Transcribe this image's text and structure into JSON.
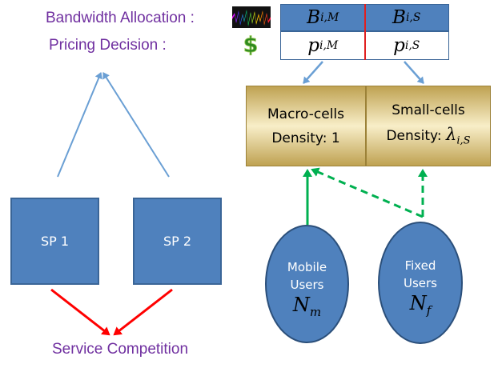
{
  "labels": {
    "bandwidth_allocation": "Bandwidth Allocation :",
    "pricing_decision": "Pricing Decision :",
    "service_competition": "Service Competition"
  },
  "allocation": {
    "bandwidth": {
      "macro": {
        "base": "B",
        "sub": "i,M"
      },
      "small": {
        "base": "B",
        "sub": "i,S"
      }
    },
    "price": {
      "macro": {
        "base": "p",
        "sub": "i,M"
      },
      "small": {
        "base": "p",
        "sub": "i,S"
      }
    }
  },
  "service_providers": [
    {
      "label": "SP 1"
    },
    {
      "label": "SP 2"
    }
  ],
  "cells": {
    "macro": {
      "name": "Macro-cells",
      "density_label": "Density:",
      "density_value": "1"
    },
    "small": {
      "name": "Small-cells",
      "density_label": "Density:",
      "density_symbol": "λ",
      "density_sub": "i,S"
    }
  },
  "users": {
    "mobile": {
      "line1": "Mobile",
      "line2": "Users",
      "symbol": "N",
      "sub": "m"
    },
    "fixed": {
      "line1": "Fixed",
      "line2": "Users",
      "symbol": "N",
      "sub": "f"
    }
  },
  "icons": {
    "bandwidth": "spectrum-icon",
    "pricing": "dollar-icon"
  },
  "colors": {
    "text_purple": "#7030a0",
    "box_blue": "#4f81bd",
    "arrow_blue": "#6a9fd4",
    "arrow_red": "#ff0000",
    "arrow_green": "#00b050",
    "cell_gold": "#bfa252"
  }
}
